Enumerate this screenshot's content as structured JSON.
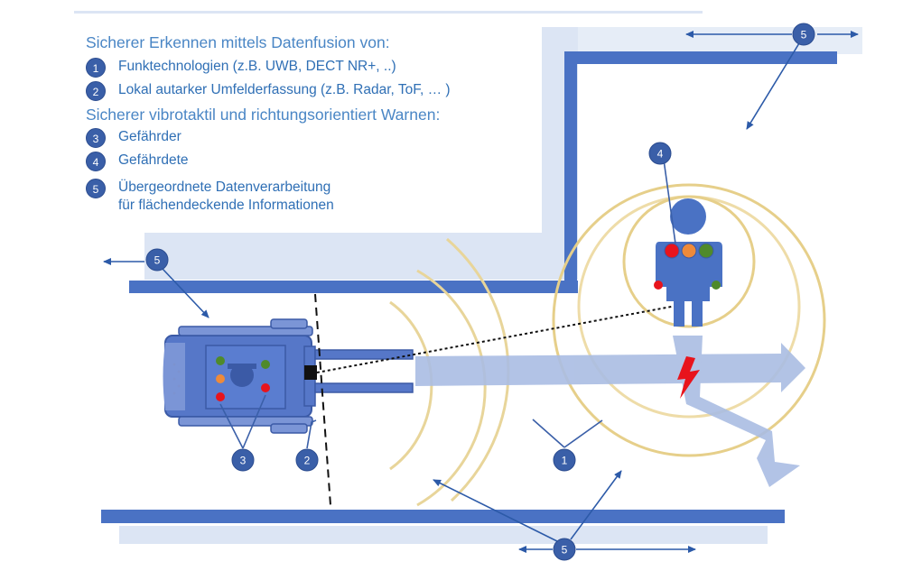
{
  "legend": {
    "heading_detection": "Sicherer Erkennen mittels Datenfusion von:",
    "heading_warning": "Sicherer vibrotaktil und richtungsorientiert Warnen:",
    "items": [
      {
        "number": "1",
        "lines": [
          "Funktechnologien (z.B. UWB, DECT NR+, ..)"
        ]
      },
      {
        "number": "2",
        "lines": [
          "Lokal autarker Umfelderfassung (z.B. Radar, ToF, … )"
        ]
      },
      {
        "number": "3",
        "lines": [
          "Gefährder"
        ]
      },
      {
        "number": "4",
        "lines": [
          "Gefährdete"
        ]
      },
      {
        "number": "5",
        "lines": [
          "Übergeordnete Datenverarbeitung",
          "für flächendeckende Informationen"
        ]
      }
    ]
  },
  "markers": {
    "radio": "1",
    "sensor": "2",
    "hazard_source": "3",
    "endangered": "4",
    "infrastructure": "5"
  },
  "colors": {
    "wall": "#4a72c4",
    "floor_shade": "#dde6f4",
    "radar_wave": "#e6cf8a",
    "path_arrow": "#aabde3",
    "badge": "#3a5fa8",
    "text": "#2f6fb5",
    "led_red": "#e8141c",
    "led_green": "#4f8a2b",
    "led_orange": "#ee8a3a",
    "collision": "#e8141c"
  },
  "icons": [
    "forklift-icon",
    "worker-icon",
    "collision-bolt-icon"
  ]
}
